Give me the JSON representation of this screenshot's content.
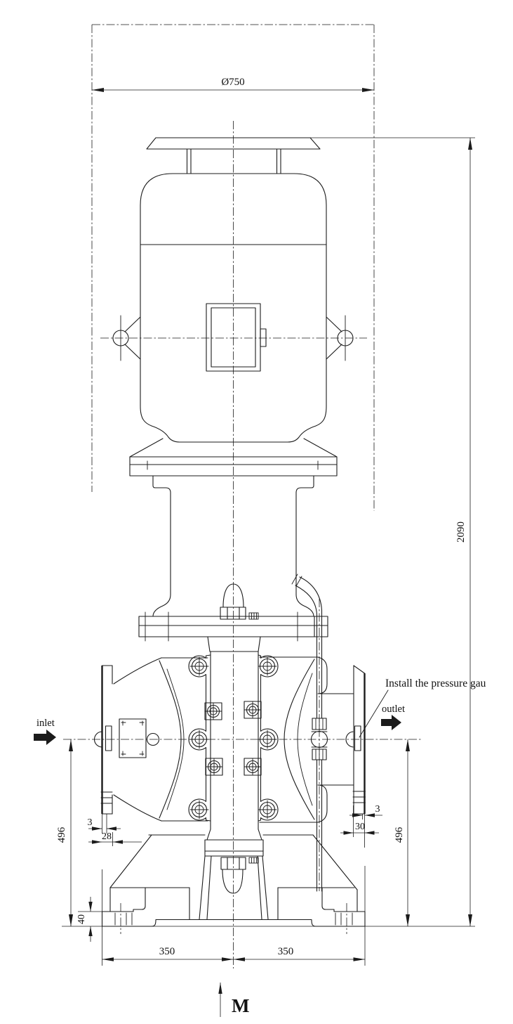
{
  "drawing": {
    "labels": {
      "inlet": "inlet",
      "outlet": "outlet",
      "pressure_note": "Install the pressure gau",
      "section_marker": "M"
    },
    "dimensions": {
      "top_diameter": "Ø750",
      "overall_height": "2090",
      "inlet_center_height": "496",
      "outlet_center_height": "496",
      "inlet_flange_gap": "3",
      "inlet_flange_width": "28",
      "outlet_flange_gap": "3",
      "outlet_flange_width": "30",
      "foot_pad_height": "40",
      "bolt_span_left": "350",
      "bolt_span_right": "350"
    },
    "colors": {
      "line": "#1b1b1b",
      "background": "#ffffff"
    }
  }
}
